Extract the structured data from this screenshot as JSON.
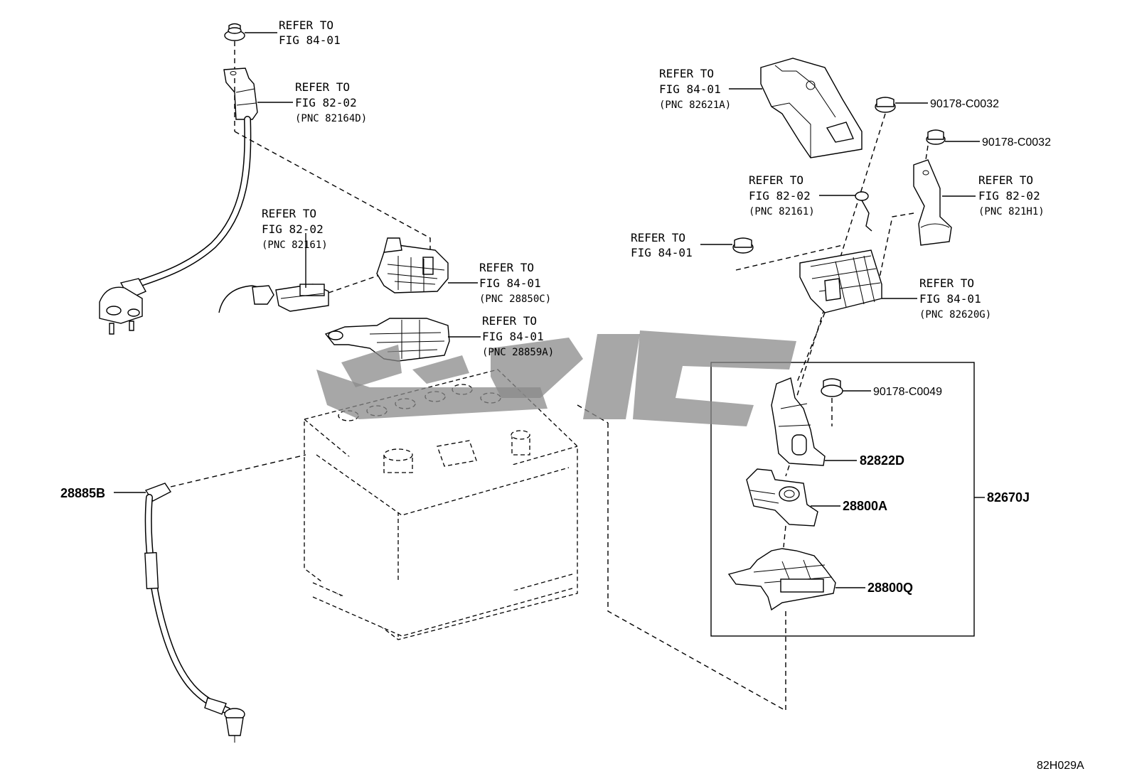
{
  "diagram_code": "82H029A",
  "assembly_box_label": "82670J",
  "callouts": [
    {
      "id": "c1",
      "lines": [
        "REFER TO",
        "FIG 84-01"
      ]
    },
    {
      "id": "c2",
      "lines": [
        "REFER TO",
        "FIG 82-02",
        "(PNC 82164D)"
      ]
    },
    {
      "id": "c3",
      "lines": [
        "REFER TO",
        "FIG 82-02",
        "(PNC 82161)"
      ]
    },
    {
      "id": "c4",
      "lines": [
        "REFER TO",
        "FIG 84-01",
        "(PNC 28850C)"
      ]
    },
    {
      "id": "c5",
      "lines": [
        "REFER TO",
        "FIG 84-01",
        "(PNC 28859A)"
      ]
    },
    {
      "id": "c6",
      "lines": [
        "REFER TO",
        "FIG 84-01",
        "(PNC 82621A)"
      ]
    },
    {
      "id": "c7",
      "lines": [
        "REFER TO",
        "FIG 82-02",
        "(PNC 82161)"
      ]
    },
    {
      "id": "c8",
      "lines": [
        "REFER TO",
        "FIG 84-01"
      ]
    },
    {
      "id": "c9",
      "lines": [
        "REFER TO",
        "FIG 82-02",
        "(PNC 821H1)"
      ]
    },
    {
      "id": "c10",
      "lines": [
        "REFER TO",
        "FIG 84-01",
        "(PNC 82620G)"
      ]
    }
  ],
  "part_numbers": [
    {
      "id": "p1",
      "value": "28885B"
    },
    {
      "id": "p2",
      "value": "82822D"
    },
    {
      "id": "p3",
      "value": "28800A"
    },
    {
      "id": "p4",
      "value": "28800Q"
    }
  ],
  "fastener_codes": [
    {
      "id": "f1",
      "value": "90178-C0032"
    },
    {
      "id": "f2",
      "value": "90178-C0032"
    },
    {
      "id": "f3",
      "value": "90178-C0049"
    }
  ]
}
